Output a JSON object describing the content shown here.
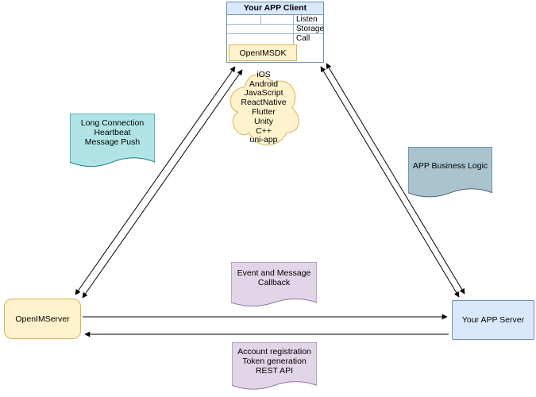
{
  "palette": {
    "blue_fill": "#dae8fc",
    "blue_stroke": "#6c8ebf",
    "yellow_fill": "#fff2cc",
    "yellow_stroke": "#d6b656",
    "teal_fill": "#b0e3e6",
    "teal_stroke": "#0e8088",
    "gray_fill": "#a9c4cf",
    "gray_stroke": "#41657a",
    "purple_fill": "#e1d5e7",
    "purple_stroke": "#9673a6",
    "arrow_color": "#000000"
  },
  "client": {
    "title": "Your APP Client",
    "rows": [
      "Listen",
      "Storage",
      "Call"
    ],
    "sdk_label": "OpenIMSDK"
  },
  "cloud": {
    "platforms": [
      "iOS",
      "Android",
      "JavaScript",
      "ReactNative",
      "Flutter",
      "Unity",
      "C++",
      "uni-app"
    ]
  },
  "notes": {
    "long_connection": {
      "lines": [
        "Long Connection",
        "Heartbeat",
        "Message Push"
      ]
    },
    "business_logic": {
      "lines": [
        "APP Business Logic"
      ]
    },
    "callback": {
      "lines": [
        "Event and Message",
        "Callback"
      ]
    },
    "rest": {
      "lines": [
        "Account registration",
        "Token generation",
        "REST API"
      ]
    }
  },
  "servers": {
    "openim": {
      "label": "OpenIMServer"
    },
    "app": {
      "label": "Your APP Server"
    }
  }
}
